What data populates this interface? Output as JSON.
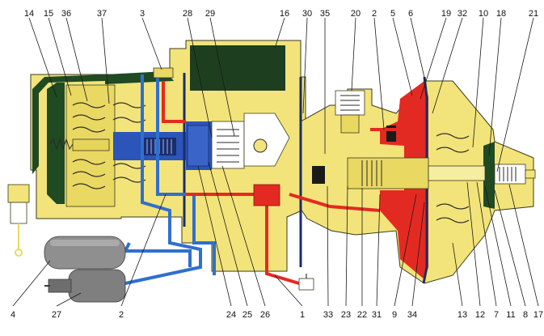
{
  "colors": {
    "body": "#f2e47a",
    "body_dark": "#e3cf55",
    "outline": "#3a3a1e",
    "spring": "#2a2a2a",
    "seal_green": "#1f4a22",
    "chamber_green": "#1d3f20",
    "blue_line": "#2f6fd0",
    "red_line": "#e32a22",
    "piston_blue": "#2b55b8",
    "navy": "#1c2d6a",
    "gray_tank": "#8f8f8f",
    "white": "#ffffff"
  },
  "labels_top": [
    "14",
    "15",
    "36",
    "37",
    "3",
    "28",
    "29",
    "16",
    "30",
    "35",
    "20",
    "2",
    "5",
    "6",
    "19",
    "32",
    "10",
    "18",
    "21"
  ],
  "labels_bottom": [
    "4",
    "27",
    "2",
    "24",
    "25",
    "26",
    "1",
    "33",
    "23",
    "22",
    "31",
    "9",
    "34",
    "13",
    "12",
    "7",
    "11",
    "8",
    "17"
  ]
}
